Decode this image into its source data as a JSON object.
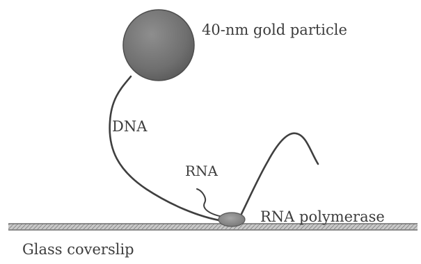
{
  "labels": {
    "gold_particle": "40-nm gold particle",
    "dna": "DNA",
    "rna": "RNA",
    "rna_polymerase": "RNA polymerase",
    "glass_coverslip": "Glass coverslip"
  },
  "colors": {
    "gold_particle": "#7a7a7a",
    "strands": "#3f3f3f",
    "coverslip": "#9a9a9a",
    "polymerase": "#8f8f8f"
  }
}
